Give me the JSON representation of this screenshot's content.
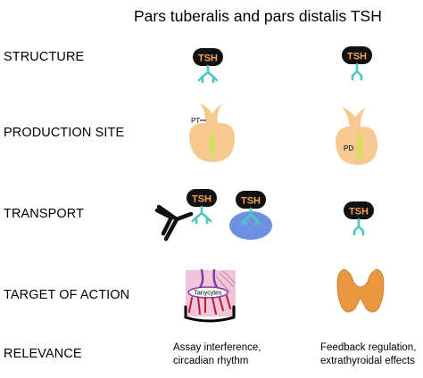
{
  "title": "Pars tuberalis and pars distalis TSH",
  "rows": {
    "structure": "STRUCTURE",
    "production_site": "PRODUCTION SITE",
    "transport": "TRANSPORT",
    "target": "TARGET OF ACTION",
    "relevance": "RELEVANCE"
  },
  "tsh_label": "TSH",
  "pituitary_labels": {
    "pt": "PT",
    "pd": "PD"
  },
  "tanycytes_label": "Tanycytes",
  "relevance": {
    "pt_line1": "Assay interference,",
    "pt_line2": "circadian rhythm",
    "pd_line1": "Feedback regulation,",
    "pd_line2": "extrathyroidal effects"
  },
  "colors": {
    "tsh_badge": "#111111",
    "tsh_text": "#f5a35a",
    "glycan": "#4fc6c6",
    "pituitary": "#f5c98f",
    "pt_highlight": "#c9e84a",
    "binding_protein": "#6f8fe0",
    "thyroid": "#e9963f",
    "tanycyte_bg": "#f1c5dc",
    "tanycyte_line": "#7a3fa8",
    "vessel": "#c0182b"
  }
}
